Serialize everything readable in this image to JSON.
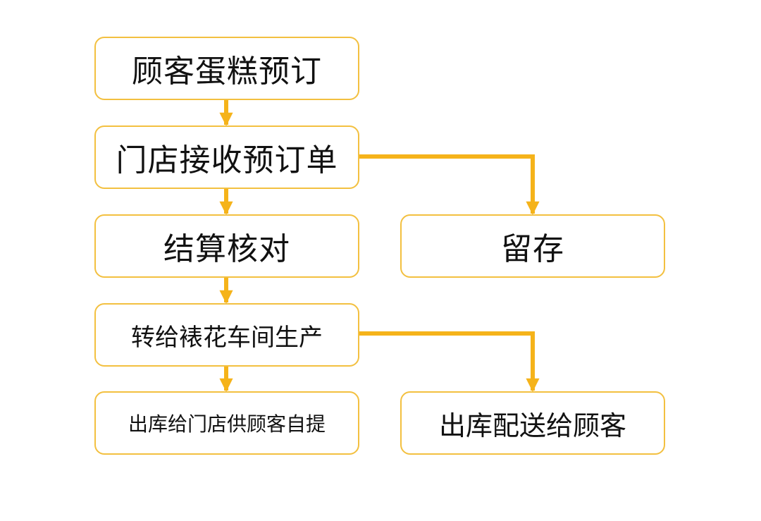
{
  "flowchart": {
    "accent_color": "#f5b31a",
    "border_color": "#f3c040",
    "nodes": {
      "customer_order": "顾客蛋糕预订",
      "store_receives": "门店接收预订单",
      "settlement": "结算核对",
      "retain": "留存",
      "transfer_production": "转给裱花车间生产",
      "store_pickup": "出库给门店供顾客自提",
      "delivery": "出库配送给顾客"
    }
  }
}
